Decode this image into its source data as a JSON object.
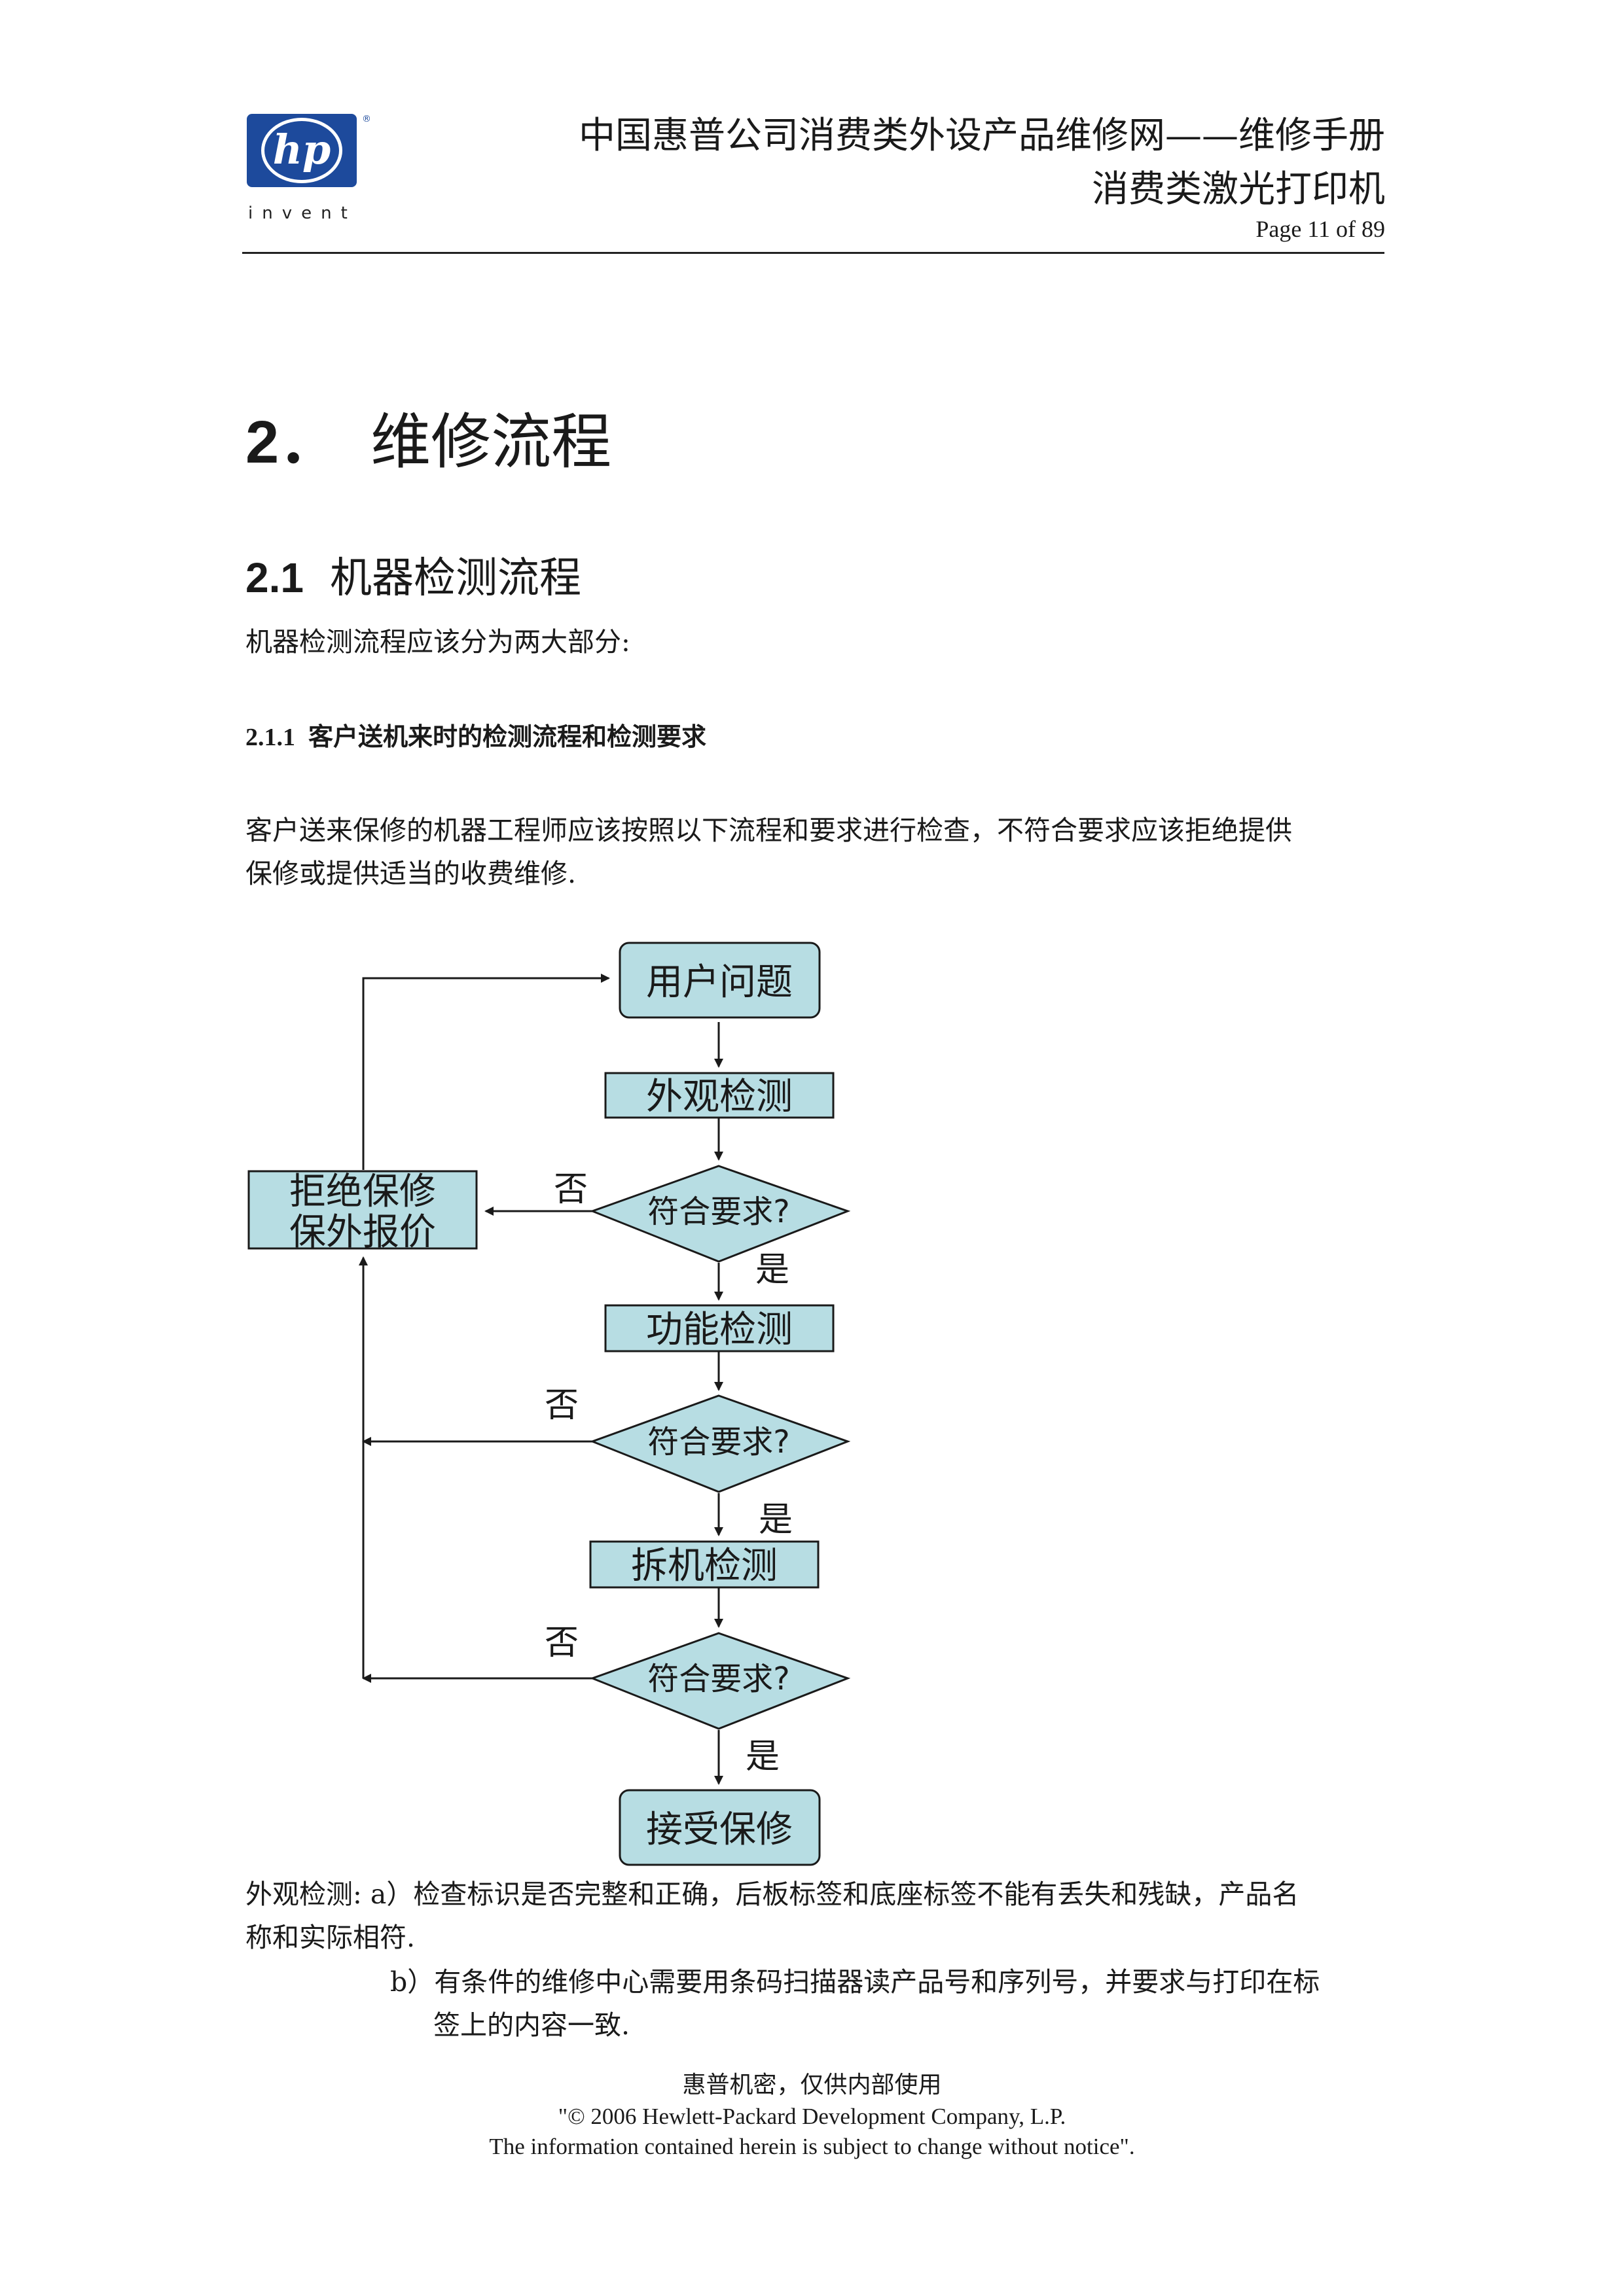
{
  "header": {
    "logo_text": "invent",
    "title": "中国惠普公司消费类外设产品维修网——维修手册",
    "subtitle": "消费类激光打印机",
    "page": "Page 11 of 89"
  },
  "section": {
    "number": "2．",
    "title": "维修流程"
  },
  "subsection": {
    "number": "2.1",
    "title": "机器检测流程"
  },
  "intro": "机器检测流程应该分为两大部分:",
  "subsubsection": {
    "number": "2.1.1",
    "title": "客户送机来时的检测流程和检测要求"
  },
  "paragraph": {
    "line1": "客户送来保修的机器工程师应该按照以下流程和要求进行检查，不符合要求应该拒绝提供",
    "line2": "保修或提供适当的收费维修."
  },
  "flowchart": {
    "start": "用户问题",
    "step1": "外观检测",
    "step2": "功能检测",
    "step3": "拆机检测",
    "decision": "符合要求?",
    "yes": "是",
    "no": "否",
    "reject_line1": "拒绝保修",
    "reject_line2": "保外报价",
    "end": "接受保修",
    "colors": {
      "fill": "#b7dde3",
      "stroke": "#222222"
    }
  },
  "notes": {
    "label": "外观检测:",
    "a_marker": "a）",
    "a_line1": "检查标识是否完整和正确，后板标签和底座标签不能有丢失和残缺，产品名",
    "a_line2": "称和实际相符.",
    "b_marker": "b）",
    "b_line1": "有条件的维修中心需要用条码扫描器读产品号和序列号，并要求与打印在标",
    "b_line2": "签上的内容一致."
  },
  "footer": {
    "confidential": "惠普机密，仅供内部使用",
    "copyright": "\"© 2006 Hewlett-Packard Development Company, L.P.",
    "notice": "The information contained herein is subject to change without notice\"."
  }
}
